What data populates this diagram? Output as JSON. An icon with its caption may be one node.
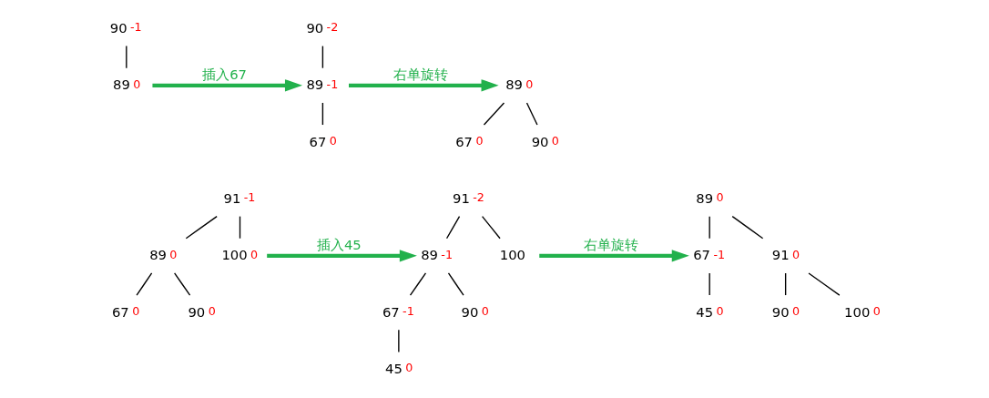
{
  "diagram": {
    "nodes": [
      {
        "text": [
          "90"
        ],
        "beside": [
          "-1"
        ]
      },
      {
        "text": [
          "89"
        ],
        "beside": [
          "0"
        ]
      },
      {
        "text": [
          "90"
        ],
        "beside": [
          "-2"
        ]
      },
      {
        "text": [
          "89"
        ],
        "beside": [
          "-1"
        ]
      },
      {
        "text": [
          "67"
        ],
        "beside": [
          "0"
        ]
      },
      {
        "text": [
          "89"
        ],
        "beside": [
          "0"
        ]
      },
      {
        "text": [
          "67"
        ],
        "beside": [
          "0"
        ]
      },
      {
        "text": [
          "90"
        ],
        "beside": [
          "0"
        ]
      },
      {
        "text": [
          "91"
        ],
        "beside": [
          "-1"
        ]
      },
      {
        "text": [
          "89"
        ],
        "beside": [
          "0"
        ]
      },
      {
        "text": [
          "100"
        ],
        "beside": [
          "0"
        ]
      },
      {
        "text": [
          "67"
        ],
        "beside": [
          "0"
        ]
      },
      {
        "text": [
          "90"
        ],
        "beside": [
          "0"
        ]
      },
      {
        "text": [
          "91"
        ],
        "beside": [
          "-2"
        ]
      },
      {
        "text": [
          "89"
        ],
        "beside": [
          "-1"
        ]
      },
      {
        "text": [
          "100"
        ]
      },
      {
        "text": [
          "67"
        ],
        "beside": [
          "-1"
        ]
      },
      {
        "text": [
          "90"
        ],
        "beside": [
          "0"
        ]
      },
      {
        "text": [
          "45"
        ],
        "beside": [
          "0"
        ]
      },
      {
        "text": [
          "89"
        ],
        "beside": [
          "0"
        ]
      },
      {
        "text": [
          "67"
        ],
        "beside": [
          "-1"
        ]
      },
      {
        "text": [
          "91"
        ],
        "beside": [
          "0"
        ]
      },
      {
        "text": [
          "45"
        ],
        "beside": [
          "0"
        ]
      },
      {
        "text": [
          "90"
        ],
        "beside": [
          "0"
        ]
      },
      {
        "text": [
          "100"
        ],
        "beside": [
          "0"
        ]
      }
    ],
    "edges": [
      {
        "from": 0,
        "to": 1,
        "arrow": "none"
      },
      {
        "from": 1,
        "to": 3,
        "arrow": "to",
        "label": "插入67",
        "style": "thick",
        "color": "#22b14c"
      },
      {
        "from": 2,
        "to": 3,
        "arrow": "none"
      },
      {
        "from": 3,
        "to": 4,
        "arrow": "none"
      },
      {
        "from": 3,
        "to": 5,
        "arrow": "to",
        "label": "右单旋转",
        "style": "thick",
        "color": "#22b14c"
      },
      {
        "from": 5,
        "to": 6,
        "arrow": "none"
      },
      {
        "from": 5,
        "to": 7,
        "arrow": "none"
      },
      {
        "from": 8,
        "to": 9,
        "arrow": "none"
      },
      {
        "from": 8,
        "to": 10,
        "arrow": "none"
      },
      {
        "from": 9,
        "to": 11,
        "arrow": "none"
      },
      {
        "from": 9,
        "to": 12,
        "arrow": "none"
      },
      {
        "from": 10,
        "to": 14,
        "arrow": "to",
        "label": "插入45",
        "style": "thick",
        "color": "#22b14c"
      },
      {
        "from": 13,
        "to": 14,
        "arrow": "none"
      },
      {
        "from": 13,
        "to": 15,
        "arrow": "none"
      },
      {
        "from": 14,
        "to": 16,
        "arrow": "none"
      },
      {
        "from": 14,
        "to": 17,
        "arrow": "none"
      },
      {
        "from": 16,
        "to": 18,
        "arrow": "none"
      },
      {
        "from": 15,
        "to": 20,
        "arrow": "to",
        "label": "右单旋转",
        "style": "thick",
        "color": "#22b14c"
      },
      {
        "from": 19,
        "to": 20,
        "arrow": "none"
      },
      {
        "from": 19,
        "to": 21,
        "arrow": "none"
      },
      {
        "from": 20,
        "to": 22,
        "arrow": "none"
      },
      {
        "from": 21,
        "to": 23,
        "arrow": "none"
      },
      {
        "from": 21,
        "to": 24,
        "arrow": "none"
      }
    ]
  }
}
